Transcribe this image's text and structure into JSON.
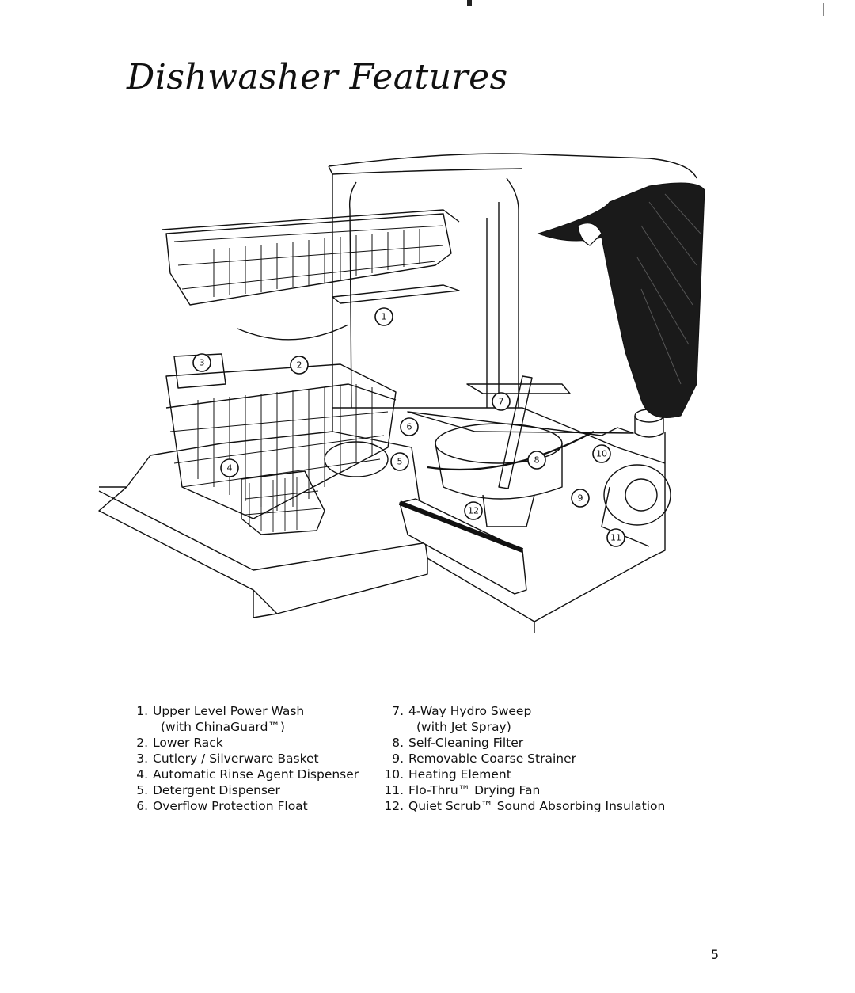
{
  "page": {
    "title": "Dishwasher Features",
    "page_number": "5"
  },
  "callouts": [
    "1",
    "2",
    "3",
    "4",
    "5",
    "6",
    "7",
    "8",
    "9",
    "10",
    "11",
    "12"
  ],
  "features_left": [
    {
      "num": "1.",
      "label": "Upper Level Power Wash",
      "sub": "(with ChinaGuard™)"
    },
    {
      "num": "2.",
      "label": "Lower Rack"
    },
    {
      "num": "3.",
      "label": "Cutlery / Silverware Basket"
    },
    {
      "num": "4.",
      "label": "Automatic Rinse Agent Dispenser"
    },
    {
      "num": "5.",
      "label": "Detergent Dispenser"
    },
    {
      "num": "6.",
      "label": "Overflow Protection Float"
    }
  ],
  "features_right": [
    {
      "num": "7.",
      "label": "4-Way Hydro Sweep",
      "sub": "(with Jet Spray)"
    },
    {
      "num": "8.",
      "label": "Self-Cleaning Filter"
    },
    {
      "num": "9.",
      "label": "Removable Coarse Strainer"
    },
    {
      "num": "10.",
      "label": "Heating Element"
    },
    {
      "num": "11.",
      "label": "Flo-Thru™ Drying Fan"
    },
    {
      "num": "12.",
      "label": "Quiet Scrub™ Sound Absorbing Insulation"
    }
  ]
}
